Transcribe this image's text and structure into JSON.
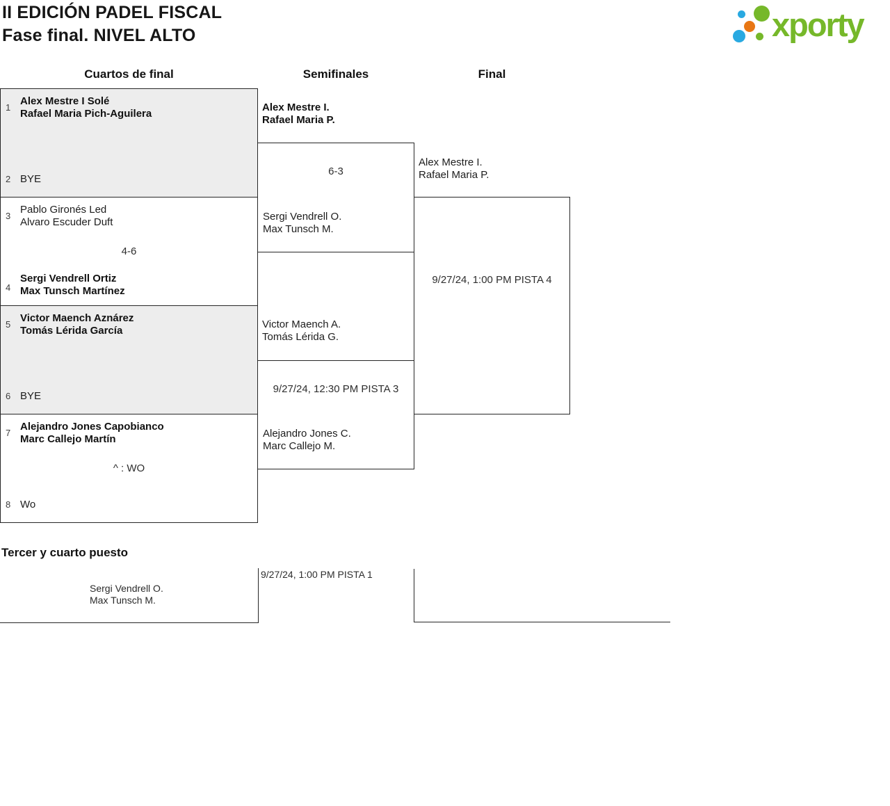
{
  "title": {
    "line1": "II EDICIÓN PADEL FISCAL",
    "line2": "Fase final. NIVEL ALTO"
  },
  "logo": {
    "text": "xporty",
    "green": "#76b82a",
    "blue": "#29a9e1",
    "orange": "#e87714"
  },
  "round_headers": {
    "quarterfinals": "Cuartos de final",
    "semifinals": "Semifinales",
    "final": "Final"
  },
  "quarterfinals": [
    {
      "seed_top": "1",
      "team_top": {
        "line1": "Alex Mestre I Solé",
        "line2": "Rafael Maria Pich-Aguilera"
      },
      "result": "",
      "seed_bottom": "2",
      "team_bottom": {
        "line1": "BYE"
      }
    },
    {
      "seed_top": "3",
      "team_top": {
        "line1": "Pablo Gironés Led",
        "line2": "Alvaro Escuder Duft"
      },
      "result": "4-6",
      "seed_bottom": "4",
      "team_bottom": {
        "line1": "Sergi Vendrell Ortiz",
        "line2": "Max Tunsch Martínez"
      }
    },
    {
      "seed_top": "5",
      "team_top": {
        "line1": "Victor Maench Aznárez",
        "line2": "Tomás Lérida García"
      },
      "result": "",
      "seed_bottom": "6",
      "team_bottom": {
        "line1": "BYE"
      }
    },
    {
      "seed_top": "7",
      "team_top": {
        "line1": "Alejandro Jones Capobianco",
        "line2": "Marc Callejo Martín"
      },
      "result": "^ : WO",
      "seed_bottom": "8",
      "team_bottom": {
        "line1": "Wo"
      }
    }
  ],
  "semifinals": [
    {
      "team_top": {
        "line1": "Alex Mestre I.",
        "line2": "Rafael Maria P."
      },
      "result": "6-3",
      "team_bottom": {
        "line1": "Sergi Vendrell O.",
        "line2": "Max Tunsch M."
      }
    },
    {
      "team_top": {
        "line1": "Victor Maench A.",
        "line2": "Tomás Lérida G."
      },
      "result": "9/27/24, 12:30 PM PISTA 3",
      "team_bottom": {
        "line1": "Alejandro Jones C.",
        "line2": "Marc Callejo M."
      }
    }
  ],
  "final": {
    "team_top": {
      "line1": "Alex Mestre I.",
      "line2": "Rafael Maria P."
    },
    "result": "9/27/24, 1:00 PM PISTA 4"
  },
  "third_place": {
    "heading": "Tercer y cuarto puesto",
    "team": {
      "line1": "Sergi Vendrell O.",
      "line2": "Max Tunsch M."
    },
    "result": "9/27/24, 1:00 PM PISTA 1"
  }
}
